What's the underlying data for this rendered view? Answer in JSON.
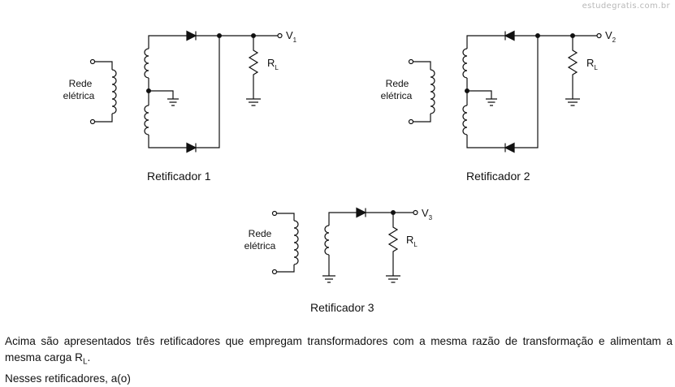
{
  "watermark": "estudegratis.com.br",
  "circuits": {
    "rede_line1": "Rede",
    "rede_line2": "elétrica",
    "rl_main": "R",
    "rl_sub": "L",
    "v_main": "V",
    "v1_sub": "1",
    "v2_sub": "2",
    "v3_sub": "3"
  },
  "captions": {
    "ret1": "Retificador 1",
    "ret2": "Retificador 2",
    "ret3": "Retificador 3"
  },
  "question": {
    "line1_a": "Acima são apresentados três retificadores que empregam transformadores com a mesma razão de transformação e alimentam a mesma carga R",
    "line1_sub": "L",
    "line1_end": ".",
    "line2": "Nesses retificadores, a(o)"
  }
}
